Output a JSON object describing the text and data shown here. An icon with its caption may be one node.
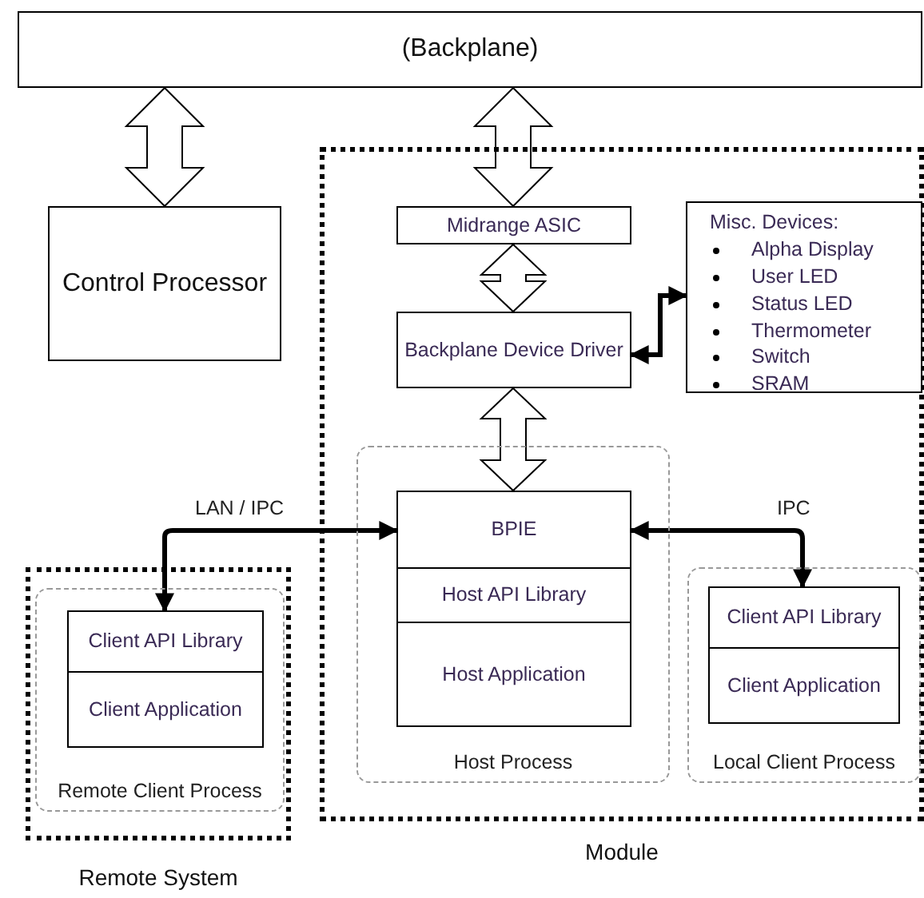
{
  "diagram": {
    "nodes": [
      {
        "text": [
          "(Backplane)"
        ]
      },
      {
        "text": [
          "Control Processor"
        ]
      },
      {
        "text": [
          "Module"
        ]
      },
      {
        "text": [
          "Midrange ASIC"
        ],
        "in": 2
      },
      {
        "text": [
          "Backplane Device Driver"
        ],
        "in": 2
      },
      {
        "text": [
          "Misc. Devices:",
          "Alpha Display",
          "User LED",
          "Status LED",
          "Thermometer",
          "Switch",
          "SRAM"
        ],
        "in": 2
      },
      {
        "text": [
          "Host Process"
        ],
        "in": 2
      },
      {
        "text": [
          "BPIE"
        ],
        "in": 6
      },
      {
        "text": [
          "Host API Library"
        ],
        "in": 6
      },
      {
        "text": [
          "Host Application"
        ],
        "in": 6
      },
      {
        "text": [
          "Local Client Process"
        ],
        "in": 2
      },
      {
        "text": [
          "Client API Library"
        ],
        "in": 10
      },
      {
        "text": [
          "Client Application"
        ],
        "in": 10
      },
      {
        "text": [
          "Remote System"
        ]
      },
      {
        "text": [
          "Remote Client Process"
        ],
        "in": 13
      },
      {
        "text": [
          "Client API Library"
        ],
        "in": 14
      },
      {
        "text": [
          "Client Application"
        ],
        "in": 14
      }
    ],
    "edges": [
      {
        "from": 0,
        "to": 1,
        "arrow": "both"
      },
      {
        "from": 0,
        "to": 3,
        "arrow": "both"
      },
      {
        "from": 3,
        "to": 4,
        "arrow": "both"
      },
      {
        "from": 4,
        "to": 7,
        "arrow": "both"
      },
      {
        "from": 4,
        "to": 5,
        "arrow": "both"
      },
      {
        "from": 15,
        "to": 7,
        "arrow": "both",
        "label": "LAN / IPC"
      },
      {
        "from": 7,
        "to": 11,
        "arrow": "both",
        "label": "IPC"
      }
    ]
  }
}
